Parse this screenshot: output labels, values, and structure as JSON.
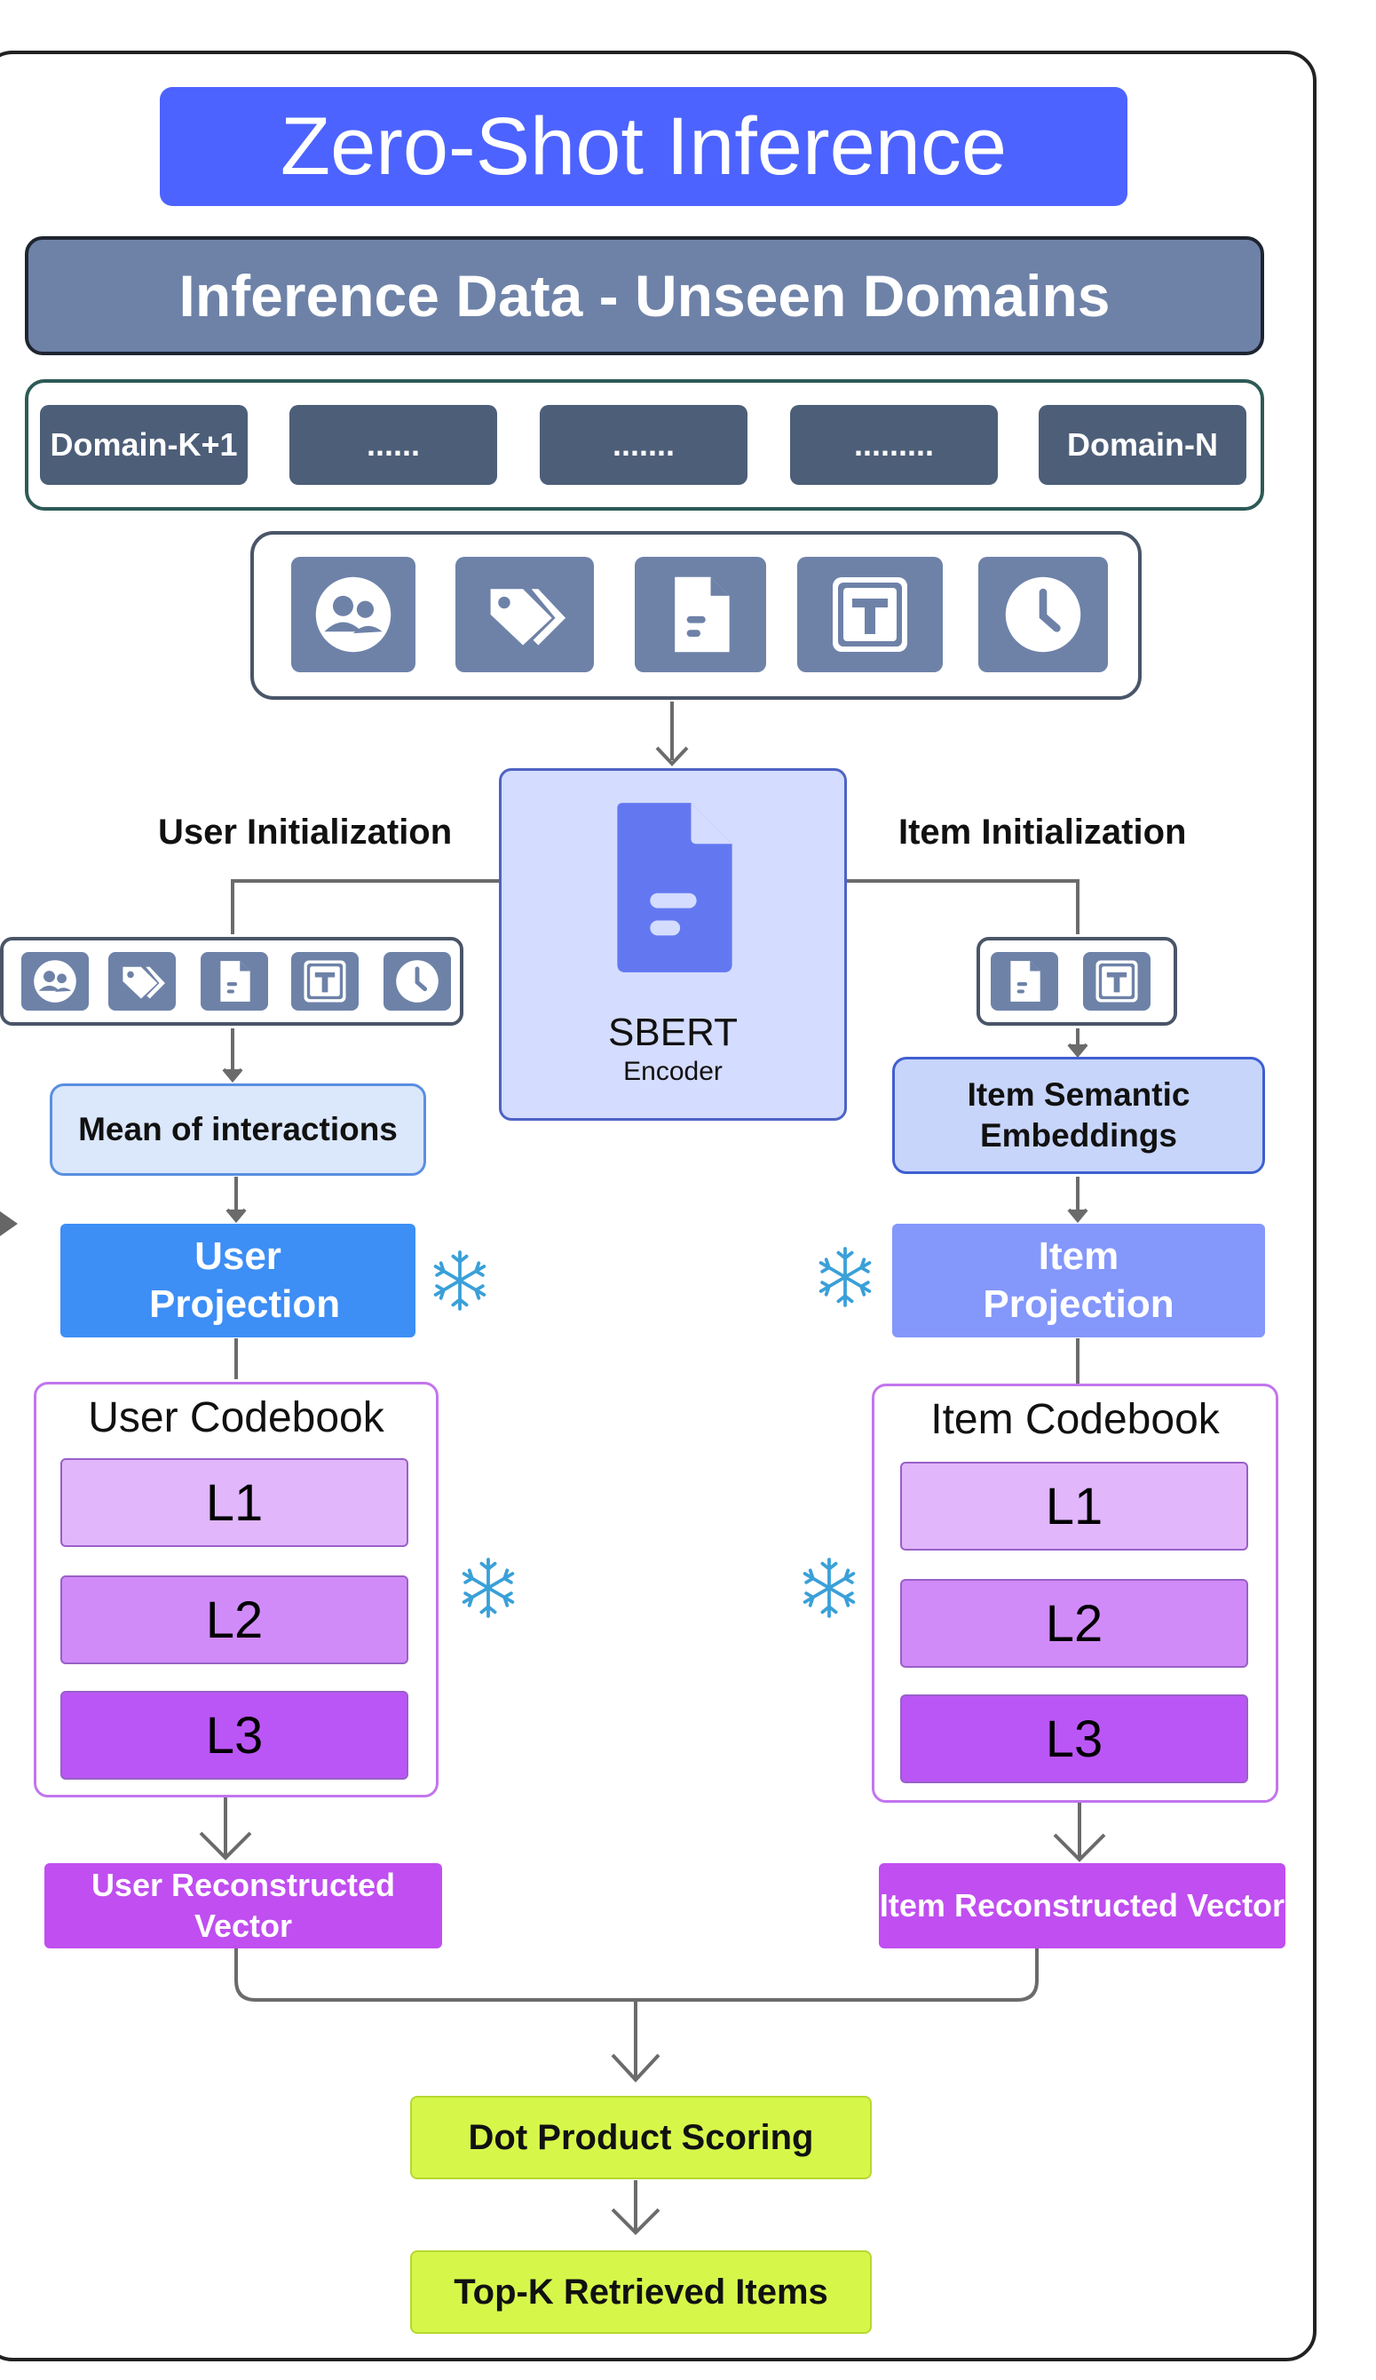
{
  "title": "Zero-Shot Inference",
  "inference_data": "Inference Data - Unseen Domains",
  "domains": [
    "Domain-K+1",
    "......",
    ".......",
    ".........",
    "Domain-N"
  ],
  "icons": [
    "user-group-icon",
    "tags-icon",
    "document-icon",
    "text-icon",
    "clock-icon"
  ],
  "encoder": {
    "name": "SBERT",
    "sub": "Encoder"
  },
  "user": {
    "init_label": "User Initialization",
    "mean": "Mean of interactions",
    "projection": "User Projection",
    "codebook": "User Codebook",
    "levels": [
      "L1",
      "L2",
      "L3"
    ],
    "reconstructed": "User Reconstructed Vector"
  },
  "item": {
    "init_label": "Item Initialization",
    "embeddings": "Item Semantic Embeddings",
    "projection": "Item Projection",
    "codebook": "Item Codebook",
    "levels": [
      "L1",
      "L2",
      "L3"
    ],
    "reconstructed": "Item Reconstructed Vector"
  },
  "scoring": "Dot Product Scoring",
  "retrieved": "Top-K Retrieved Items",
  "colors": {
    "title": "#4d63ff",
    "user_projection": "#3d8ef5",
    "item_projection": "#8497fb",
    "reconstructed": "#c04ef0",
    "green": "#d6f74a",
    "icon_slate": "#6e82a8"
  }
}
